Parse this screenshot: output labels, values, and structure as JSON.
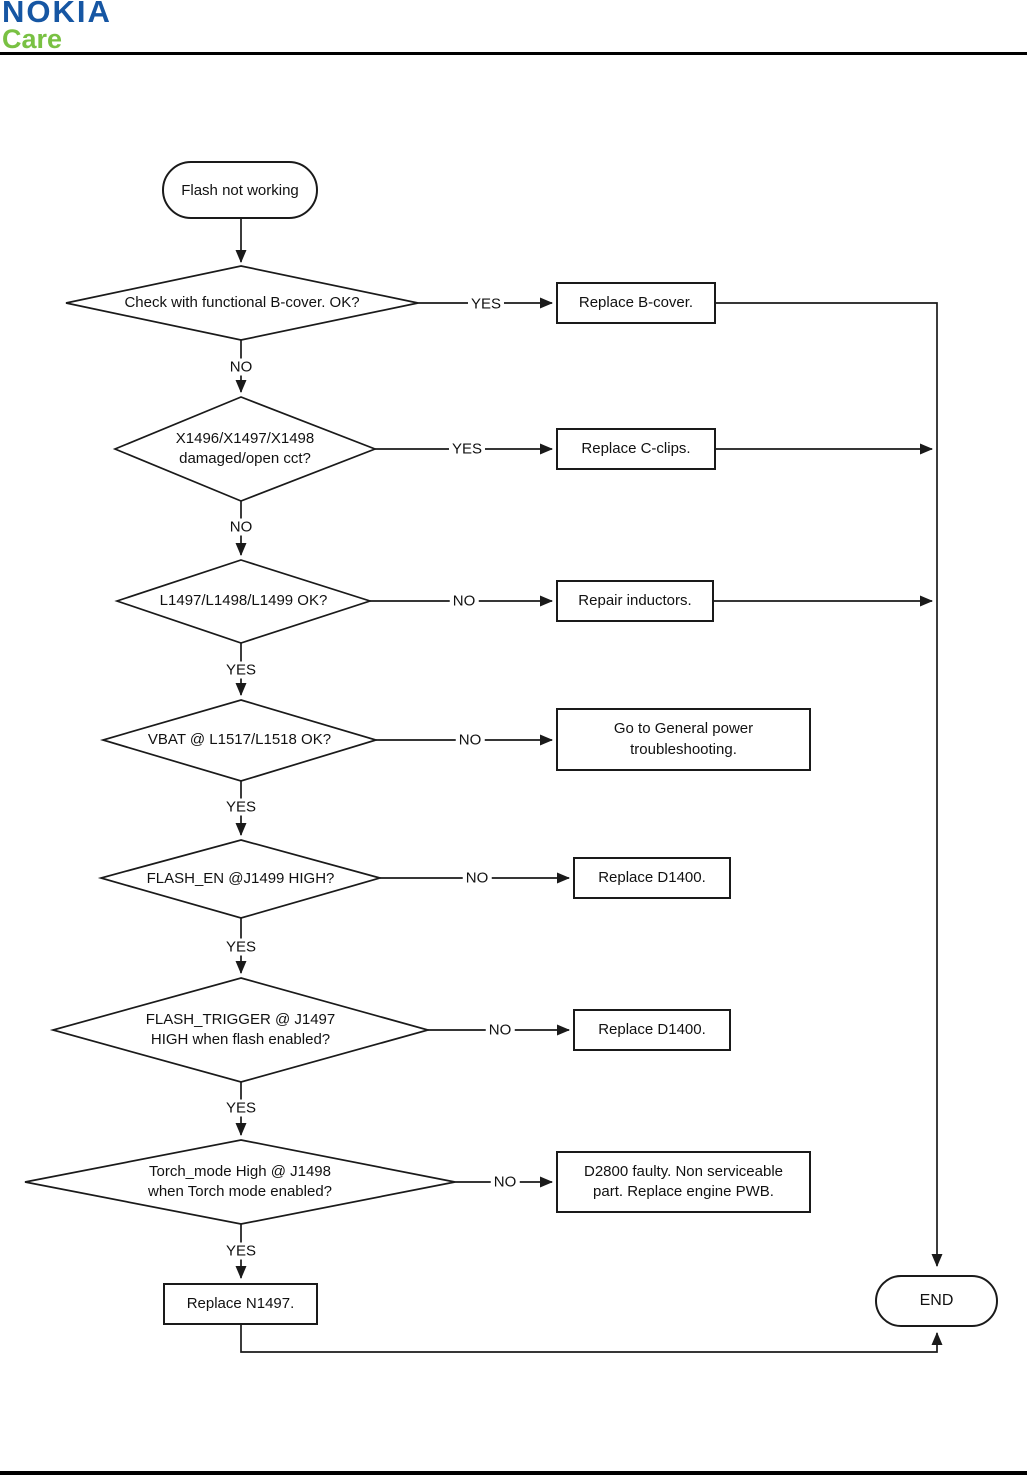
{
  "brand": {
    "name": "NOKIA",
    "sub": "Care",
    "blue": "#1656a3",
    "green": "#79c143"
  },
  "flow": {
    "start": {
      "label": "Flash not working"
    },
    "end": {
      "label": "END"
    },
    "d1": {
      "text": "Check with functional B-cover. OK?",
      "branch": "YES",
      "down": "NO"
    },
    "b1": {
      "text": "Replace B-cover."
    },
    "d2": {
      "line1": "X1496/X1497/X1498",
      "line2": "damaged/open cct?",
      "branch": "YES",
      "down": "NO"
    },
    "b2": {
      "text": "Replace C-clips."
    },
    "d3": {
      "text": "L1497/L1498/L1499 OK?",
      "branch": "NO",
      "down": "YES"
    },
    "b3": {
      "text": "Repair inductors."
    },
    "d4": {
      "text": "VBAT @ L1517/L1518 OK?",
      "branch": "NO",
      "down": "YES"
    },
    "b4": {
      "line1": "Go to General power",
      "line2": "troubleshooting."
    },
    "d5": {
      "text": "FLASH_EN @J1499 HIGH?",
      "branch": "NO",
      "down": "YES"
    },
    "b5": {
      "text": "Replace D1400."
    },
    "d6": {
      "line1": "FLASH_TRIGGER @ J1497",
      "line2": "HIGH when flash enabled?",
      "branch": "NO",
      "down": "YES"
    },
    "b6": {
      "text": "Replace D1400."
    },
    "d7": {
      "line1": "Torch_mode High @ J1498",
      "line2": "when Torch mode enabled?",
      "branch": "NO",
      "down": "YES"
    },
    "b7": {
      "line1": "D2800 faulty. Non serviceable",
      "line2": "part. Replace engine PWB."
    },
    "b8": {
      "text": "Replace N1497."
    }
  },
  "colors": {
    "line": "#1a1a1a"
  }
}
